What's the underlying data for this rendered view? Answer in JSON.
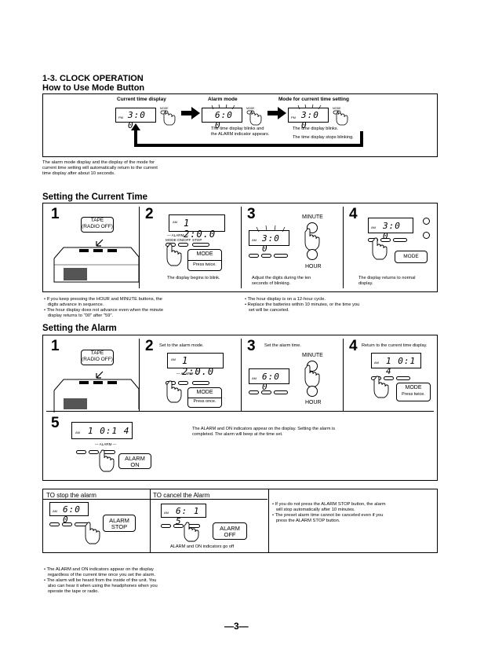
{
  "section": {
    "number_title": "1-3.  CLOCK OPERATION",
    "subtitle": "How to Use Mode Button"
  },
  "mode_diagram": {
    "col1": "Current time display",
    "col2": "Alarm mode",
    "col3": "Mode for current time setting",
    "lcd1": "3:0 0",
    "lcd2": "6:0 0",
    "lcd3": "3:0 0",
    "pm": "PM",
    "mode_tag": "MODE",
    "note_alarm": "The time display blinks and\nthe ALARM indicator appears.",
    "note_setting1": "The time display blinks.",
    "note_setting2": "The time display stops blinking."
  },
  "mode_note": "The alarm mode display and the display of the mode for\ncurrent time setting will automatically return to the current\ntime display after about 10 seconds.",
  "setting_current": {
    "title": "Setting the Current Time",
    "step1": {
      "num": "1",
      "tape": "TAPE\n(RADIO OFF)"
    },
    "step2": {
      "num": "2",
      "lcd": "1 2:0.0",
      "mode": "MODE",
      "press": "Press twice.",
      "caption": "The display begins to blink."
    },
    "step3": {
      "num": "3",
      "minute": "MINUTE",
      "hour": "HOUR",
      "lcd": "3:0 0",
      "caption": "Adjust the digits during the ten\nseconds of blinking."
    },
    "step4": {
      "num": "4",
      "lcd": "3:0 0",
      "mode": "MODE",
      "caption": "The display returns to normal\ndisplay."
    },
    "bullets_left": "• If you keep pressing the HOUR and MINUTE buttons, the\n   digits advance in sequence.\n• The hour display does not advance even when the minute\n   display returns to \"00\" after \"59\".",
    "bullets_right": "• The hour display is on a 12-hour cycle.\n• Replace the batteries within 10 minutes, or the time you\n   set will be canceled."
  },
  "setting_alarm": {
    "title": "Setting the Alarm",
    "step1": {
      "num": "1",
      "tape": "TAPE\n(RADIO OFF)"
    },
    "step2": {
      "num": "2",
      "heading": "Set to the alarm mode.",
      "lcd": "1 2:0.0",
      "mode": "MODE",
      "press": "Press once."
    },
    "step3": {
      "num": "3",
      "heading": "Set the alarm time.",
      "minute": "MINUTE",
      "hour": "HOUR",
      "lcd": "6:0 0"
    },
    "step4": {
      "num": "4",
      "heading": "Return to the current time display.",
      "lcd": "1 0:1 4",
      "mode": "MODE",
      "press": "Press twice."
    },
    "step5": {
      "num": "5",
      "lcd": "1 0:1 4",
      "alarm_on": "ALARM\nON",
      "caption": "The ALARM and ON indicators appear on the display. Setting the alarm is\ncompleted. The alarm will beep at the time set."
    }
  },
  "stop_cancel": {
    "stop_title": "TO stop the alarm",
    "stop_lcd": "6:0 0",
    "stop_button": "ALARM\nSTOP",
    "cancel_title": "TO cancel the Alarm",
    "cancel_lcd": "6: 1 5",
    "cancel_button": "ALARM\nOFF",
    "cancel_caption": "ALARM and ON indicators go off",
    "notes": "• If you do not press the ALARM STOP button, the alarm\n   will stop automatically after 10 minutes.\n• The preset alarm time cannot be canceled even if you\n   press the ALARM STOP button."
  },
  "footer_notes": "• The ALARM and ON indicators appear on the display\n   regardless of the current time once you set the alarm.\n• The alarm will be heard from the inside of the unit. You\n   also can hear it when using the headphones when you\n   operate the tape or radio.",
  "page_number": "—3—",
  "button_strip": {
    "mode": "MODE",
    "onoff": "ON/OFF",
    "alarm": "ALARM",
    "stop": "STOP"
  }
}
